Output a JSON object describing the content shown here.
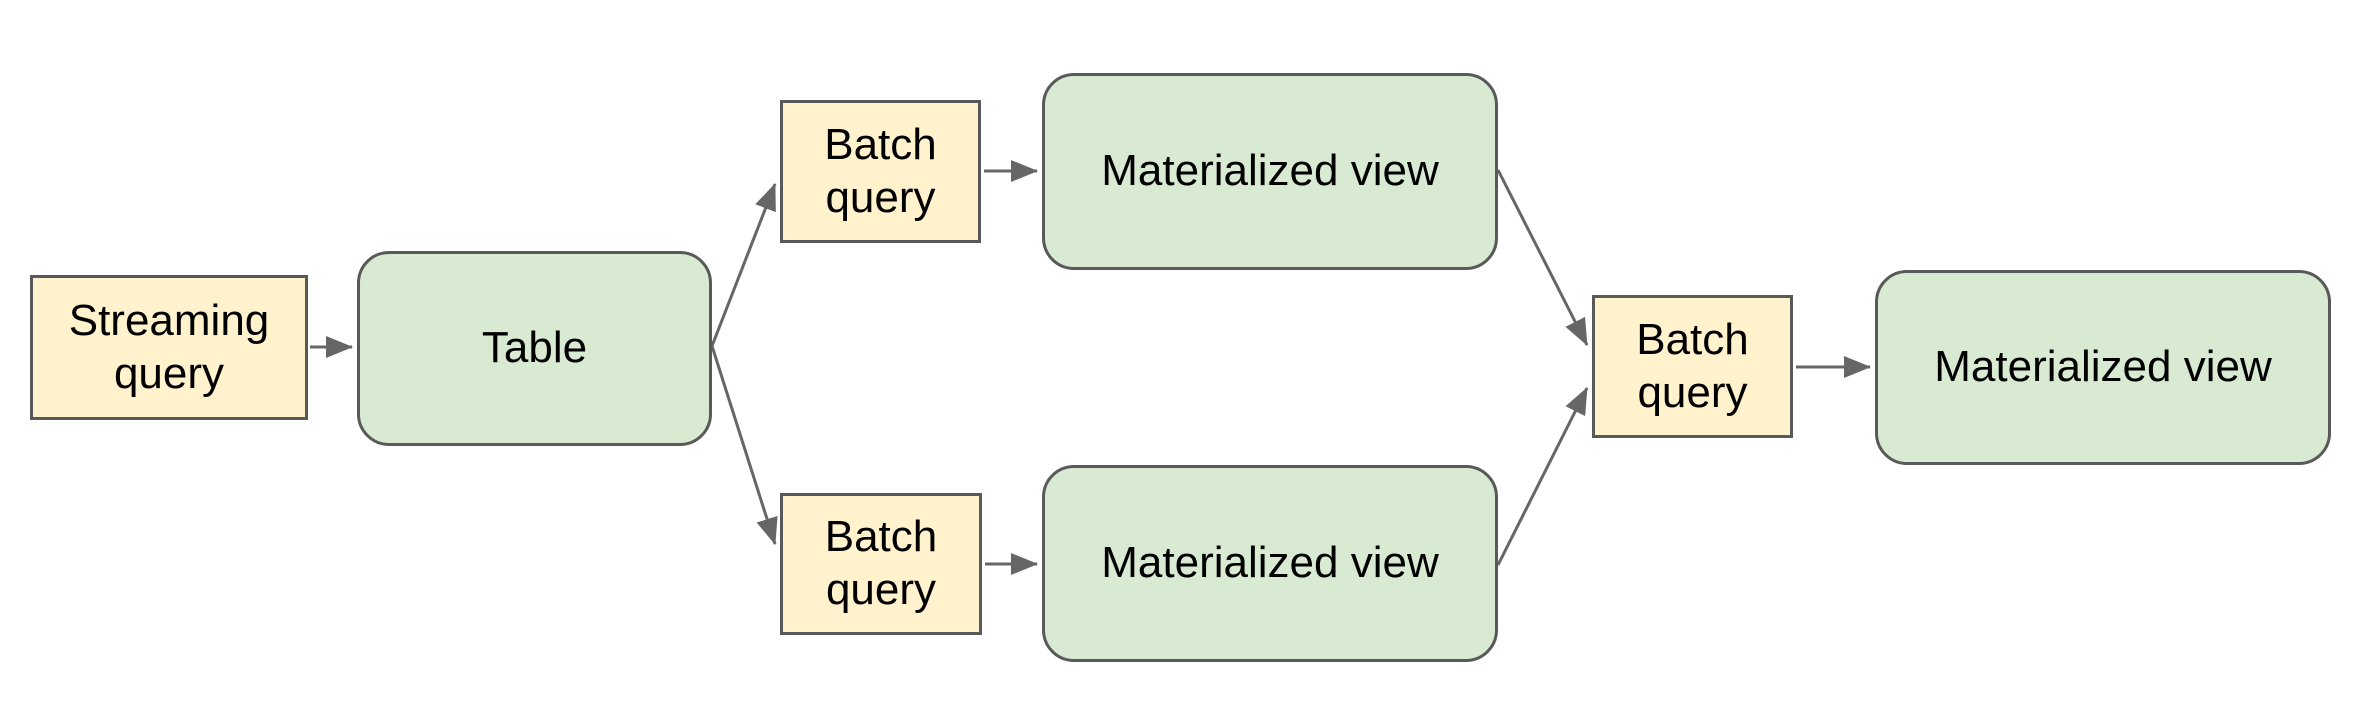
{
  "diagram": {
    "background": "#ffffff",
    "colors": {
      "query_fill": "#fff2cc",
      "entity_fill": "#d9ead3",
      "box_border": "#595959",
      "arrow": "#666666",
      "label_text": "#000000"
    },
    "nodes": {
      "streaming_query": {
        "label": "Streaming query",
        "kind": "query"
      },
      "table": {
        "label": "Table",
        "kind": "entity"
      },
      "batch_query_top": {
        "label": "Batch query",
        "kind": "query"
      },
      "materialized_view_top": {
        "label": "Materialized view",
        "kind": "entity"
      },
      "batch_query_bottom": {
        "label": "Batch query",
        "kind": "query"
      },
      "materialized_view_bottom": {
        "label": "Materialized view",
        "kind": "entity"
      },
      "batch_query_right": {
        "label": "Batch query",
        "kind": "query"
      },
      "materialized_view_right": {
        "label": "Materialized view",
        "kind": "entity"
      }
    },
    "edges": [
      {
        "from": "streaming_query",
        "to": "table"
      },
      {
        "from": "table",
        "to": "batch_query_top"
      },
      {
        "from": "batch_query_top",
        "to": "materialized_view_top"
      },
      {
        "from": "table",
        "to": "batch_query_bottom"
      },
      {
        "from": "batch_query_bottom",
        "to": "materialized_view_bottom"
      },
      {
        "from": "materialized_view_top",
        "to": "batch_query_right"
      },
      {
        "from": "materialized_view_bottom",
        "to": "batch_query_right"
      },
      {
        "from": "batch_query_right",
        "to": "materialized_view_right"
      }
    ]
  }
}
